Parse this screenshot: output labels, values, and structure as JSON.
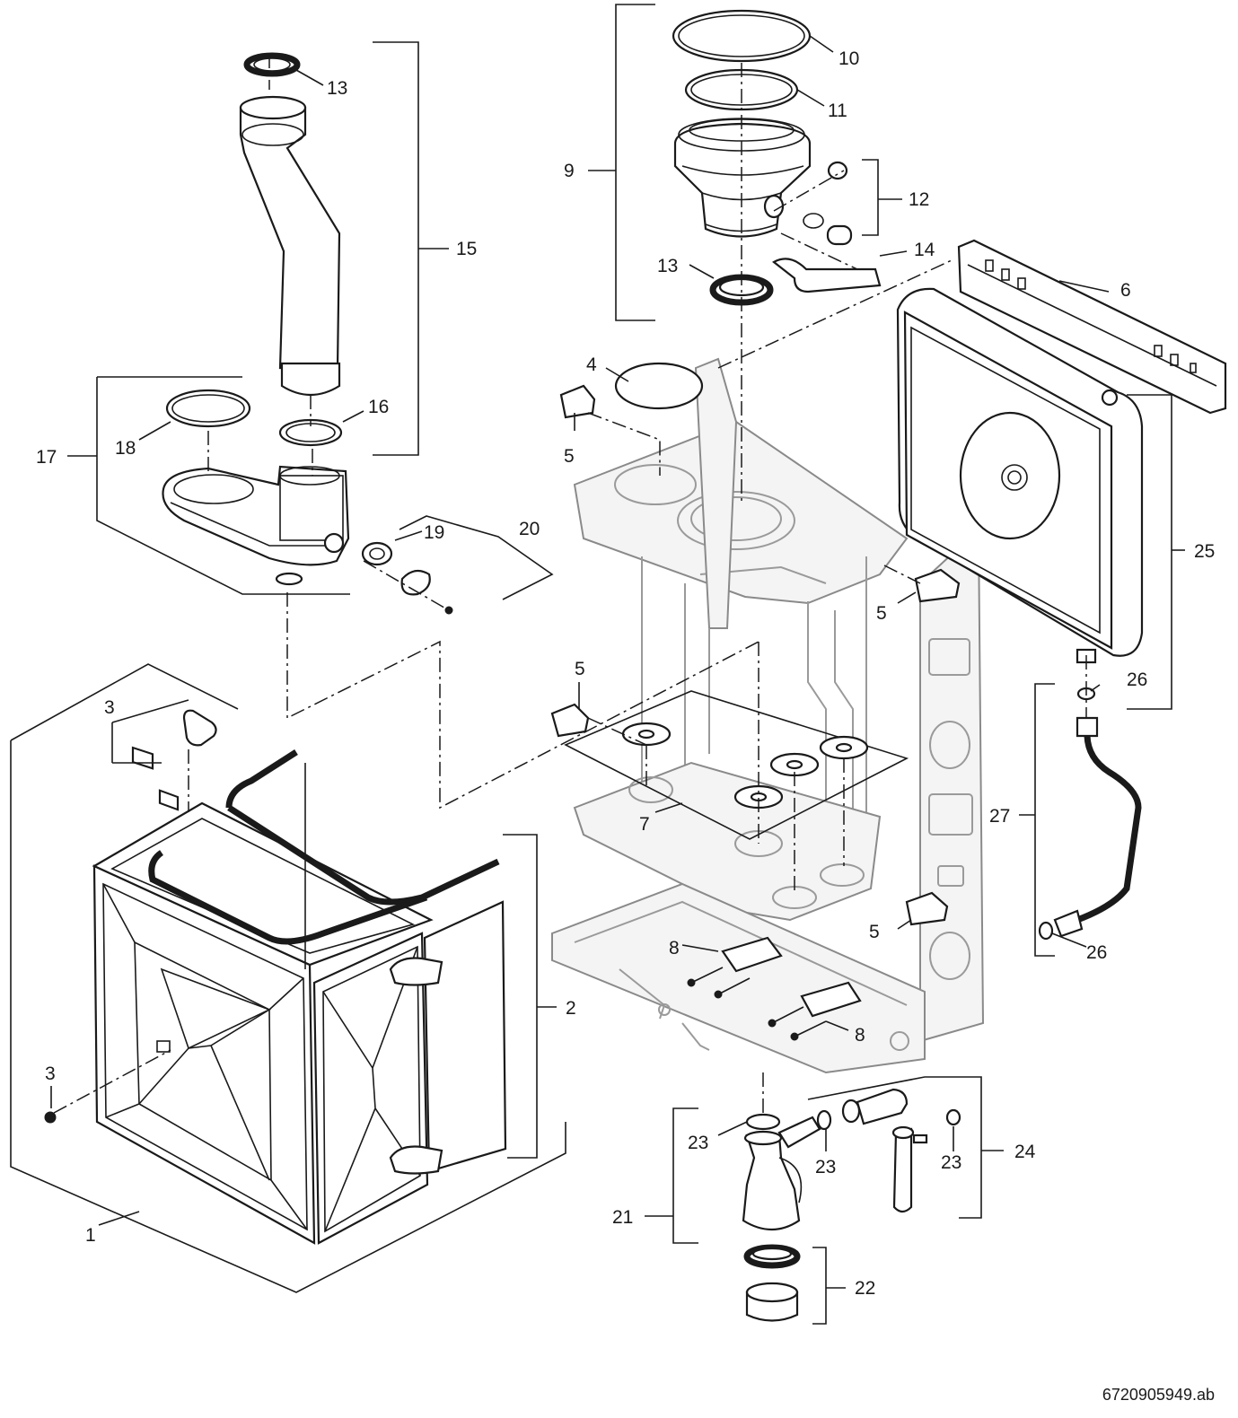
{
  "diagram": {
    "document_number": "6720905949.ab",
    "callouts": [
      {
        "id": "c1",
        "text": "1"
      },
      {
        "id": "c2",
        "text": "2"
      },
      {
        "id": "c3a",
        "text": "3"
      },
      {
        "id": "c3b",
        "text": "3"
      },
      {
        "id": "c4",
        "text": "4"
      },
      {
        "id": "c5a",
        "text": "5"
      },
      {
        "id": "c5b",
        "text": "5"
      },
      {
        "id": "c5c",
        "text": "5"
      },
      {
        "id": "c5d",
        "text": "5"
      },
      {
        "id": "c6",
        "text": "6"
      },
      {
        "id": "c7",
        "text": "7"
      },
      {
        "id": "c8a",
        "text": "8"
      },
      {
        "id": "c8b",
        "text": "8"
      },
      {
        "id": "c9",
        "text": "9"
      },
      {
        "id": "c10",
        "text": "10"
      },
      {
        "id": "c11",
        "text": "11"
      },
      {
        "id": "c12",
        "text": "12"
      },
      {
        "id": "c13a",
        "text": "13"
      },
      {
        "id": "c13b",
        "text": "13"
      },
      {
        "id": "c14",
        "text": "14"
      },
      {
        "id": "c15",
        "text": "15"
      },
      {
        "id": "c16",
        "text": "16"
      },
      {
        "id": "c17",
        "text": "17"
      },
      {
        "id": "c18",
        "text": "18"
      },
      {
        "id": "c19",
        "text": "19"
      },
      {
        "id": "c20",
        "text": "20"
      },
      {
        "id": "c21",
        "text": "21"
      },
      {
        "id": "c22",
        "text": "22"
      },
      {
        "id": "c23a",
        "text": "23"
      },
      {
        "id": "c23b",
        "text": "23"
      },
      {
        "id": "c23c",
        "text": "23"
      },
      {
        "id": "c24",
        "text": "24"
      },
      {
        "id": "c25",
        "text": "25"
      },
      {
        "id": "c26a",
        "text": "26"
      },
      {
        "id": "c26b",
        "text": "26"
      },
      {
        "id": "c27",
        "text": "27"
      }
    ]
  }
}
